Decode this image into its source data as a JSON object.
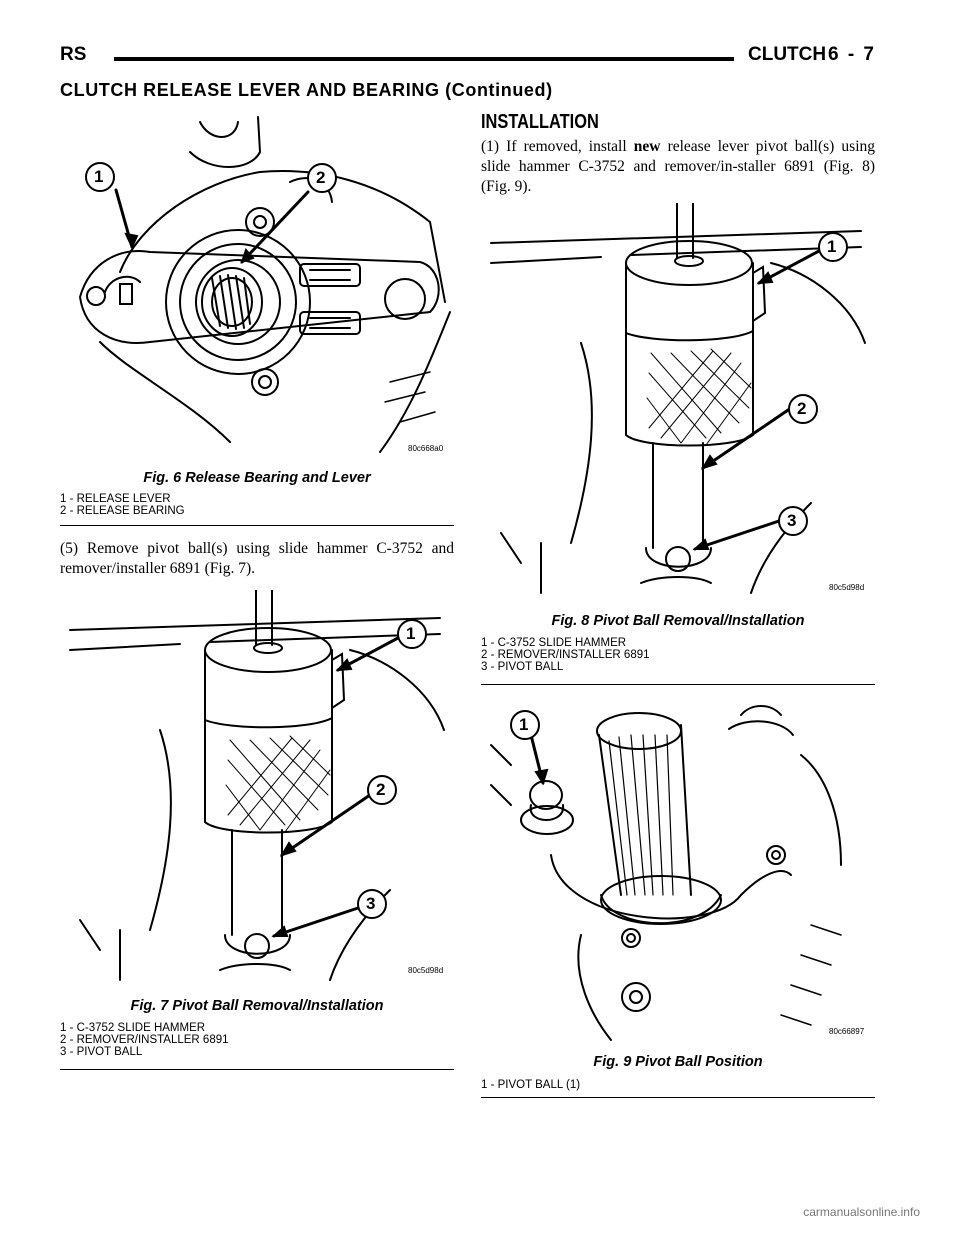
{
  "header": {
    "left": "RS",
    "section": "CLUTCH",
    "page": "6 - 7",
    "continued_title": "CLUTCH RELEASE LEVER AND BEARING (Continued)"
  },
  "left_column": {
    "fig6": {
      "image_id": "80c668a0",
      "callouts": [
        "1",
        "2"
      ],
      "caption": "Fig. 6 Release Bearing and Lever",
      "legend": [
        "1 - RELEASE LEVER",
        "2 - RELEASE BEARING"
      ]
    },
    "step5": "(5) Remove pivot ball(s) using slide hammer C-3752 and remover/installer 6891 (Fig. 7).",
    "fig7": {
      "image_id": "80c5d98d",
      "callouts": [
        "1",
        "2",
        "3"
      ],
      "caption": "Fig. 7 Pivot Ball Removal/Installation",
      "legend": [
        "1 - C-3752 SLIDE HAMMER",
        "2 - REMOVER/INSTALLER 6891",
        "3 - PIVOT BALL"
      ]
    }
  },
  "right_column": {
    "heading": "INSTALLATION",
    "step1_before": "(1) If removed, install ",
    "step1_bold": "new",
    "step1_after": " release lever pivot ball(s) using slide hammer C-3752 and remover/in-staller 6891 (Fig. 8) (Fig. 9).",
    "fig8": {
      "image_id": "80c5d98d",
      "callouts": [
        "1",
        "2",
        "3"
      ],
      "caption": "Fig. 8 Pivot Ball Removal/Installation",
      "legend": [
        "1 - C-3752 SLIDE HAMMER",
        "2 - REMOVER/INSTALLER 6891",
        "3 - PIVOT BALL"
      ]
    },
    "fig9": {
      "image_id": "80c66897",
      "callouts": [
        "1"
      ],
      "caption": "Fig. 9 Pivot Ball Position",
      "legend": [
        "1 - PIVOT BALL (1)"
      ]
    }
  },
  "watermark": "carmanualsonline.info"
}
